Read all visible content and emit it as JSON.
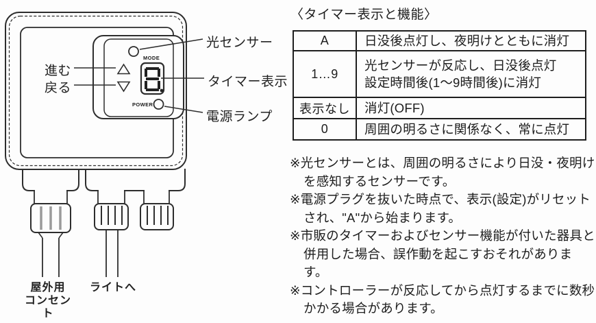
{
  "diagram": {
    "labels": {
      "forward": "進む",
      "back": "戻る",
      "light_sensor": "光センサー",
      "timer_display": "タイマー表示",
      "power_lamp": "電源ランプ",
      "mode_caption": "MODE",
      "power_caption": "POWER",
      "outdoor_outlet": "屋外用\nコンセント",
      "to_light": "ライトへ"
    },
    "timer_digit_value": "8"
  },
  "table": {
    "title": "〈タイマー表示と機能〉",
    "rows": [
      {
        "display": "A",
        "function": "日没後点灯し、夜明けとともに消灯"
      },
      {
        "display": "1…9",
        "function": "光センサーが反応し、日没後点灯\n設定時間後(1〜9時間後)に消灯"
      },
      {
        "display": "表示なし",
        "function": "消灯(OFF)"
      },
      {
        "display": "0",
        "function": "周囲の明るさに関係なく、常に点灯"
      }
    ]
  },
  "notes": [
    "※光センサーとは、周囲の明るさにより日没・夜明け\nを感知するセンサーです。",
    "※電源プラグを抜いた時点で、表示(設定)がリセット\nされ、\"A\"から始まります。",
    "※市販のタイマーおよびセンサー機能が付いた器具と\n併用した場合、誤作動を起こすおそれがあります。",
    "※コントローラーが反応してから点灯するまでに数秒\nかかる場合があります。"
  ],
  "colors": {
    "line": "#2d2d2d",
    "text": "#1c1c1c",
    "ridge_gray": "#9a9a9a"
  }
}
